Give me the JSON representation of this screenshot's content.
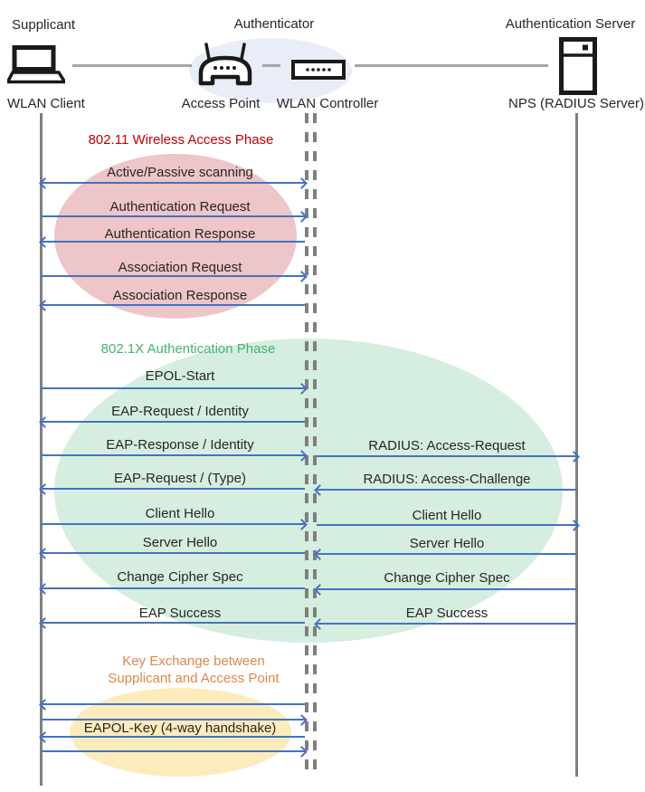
{
  "header": {
    "roles": [
      {
        "label": "Supplicant"
      },
      {
        "label": "Authenticator"
      },
      {
        "label": "Authentication Server"
      }
    ],
    "devices": [
      {
        "label": "WLAN Client",
        "icon": "laptop-icon"
      },
      {
        "label": "Access Point",
        "icon": "access-point-icon"
      },
      {
        "label": "WLAN Controller",
        "icon": "wlan-controller-icon"
      },
      {
        "label": "NPS (RADIUS Server)",
        "icon": "server-icon"
      }
    ]
  },
  "phases": [
    {
      "title": "802.11 Wireless Access Phase",
      "title_color": "#C00000",
      "ellipse_color": "#EEC5C8"
    },
    {
      "title": "802.1X Authentication Phase",
      "title_color": "#41B56C",
      "ellipse_color": "#D5EEDF"
    },
    {
      "title": "Key Exchange between\nSupplicant and Access Point",
      "title_color": "#E0874C",
      "ellipse_color": "#FDEBBB"
    }
  ],
  "messages": [
    {
      "label": "Active/Passive scanning",
      "lane": "left",
      "dir": "both"
    },
    {
      "label": "Authentication Request",
      "lane": "left",
      "dir": "right"
    },
    {
      "label": "Authentication Response",
      "lane": "left",
      "dir": "left"
    },
    {
      "label": "Association Request",
      "lane": "left",
      "dir": "right"
    },
    {
      "label": "Association Response",
      "lane": "left",
      "dir": "left"
    },
    {
      "label": "EPOL-Start",
      "lane": "left",
      "dir": "right"
    },
    {
      "label": "EAP-Request / Identity",
      "lane": "left",
      "dir": "left"
    },
    {
      "label": "EAP-Response / Identity",
      "lane": "left",
      "dir": "right"
    },
    {
      "label": "RADIUS: Access-Request",
      "lane": "right",
      "dir": "right"
    },
    {
      "label": "EAP-Request / (Type)",
      "lane": "left",
      "dir": "left"
    },
    {
      "label": "RADIUS: Access-Challenge",
      "lane": "right",
      "dir": "left"
    },
    {
      "label": "Client Hello",
      "lane": "left",
      "dir": "right"
    },
    {
      "label": "Client Hello",
      "lane": "right",
      "dir": "right"
    },
    {
      "label": "Server Hello",
      "lane": "left",
      "dir": "left"
    },
    {
      "label": "Server Hello",
      "lane": "right",
      "dir": "left"
    },
    {
      "label": "Change Cipher Spec",
      "lane": "left",
      "dir": "left"
    },
    {
      "label": "Change Cipher Spec",
      "lane": "right",
      "dir": "left"
    },
    {
      "label": "EAP Success",
      "lane": "left",
      "dir": "left"
    },
    {
      "label": "EAP Success",
      "lane": "right",
      "dir": "left"
    },
    {
      "label": "",
      "lane": "left",
      "dir": "left"
    },
    {
      "label": "",
      "lane": "left",
      "dir": "right"
    },
    {
      "label": "EAPOL-Key (4-way handshake)",
      "lane": "left",
      "dir": "left"
    },
    {
      "label": "",
      "lane": "left",
      "dir": "right"
    }
  ],
  "colors": {
    "arrow": "#4472C4",
    "lifeline": "#7F7F7F",
    "connector": "#A6A6A6",
    "text": "#262626",
    "authenticator_ellipse": "#E9EDF7"
  }
}
